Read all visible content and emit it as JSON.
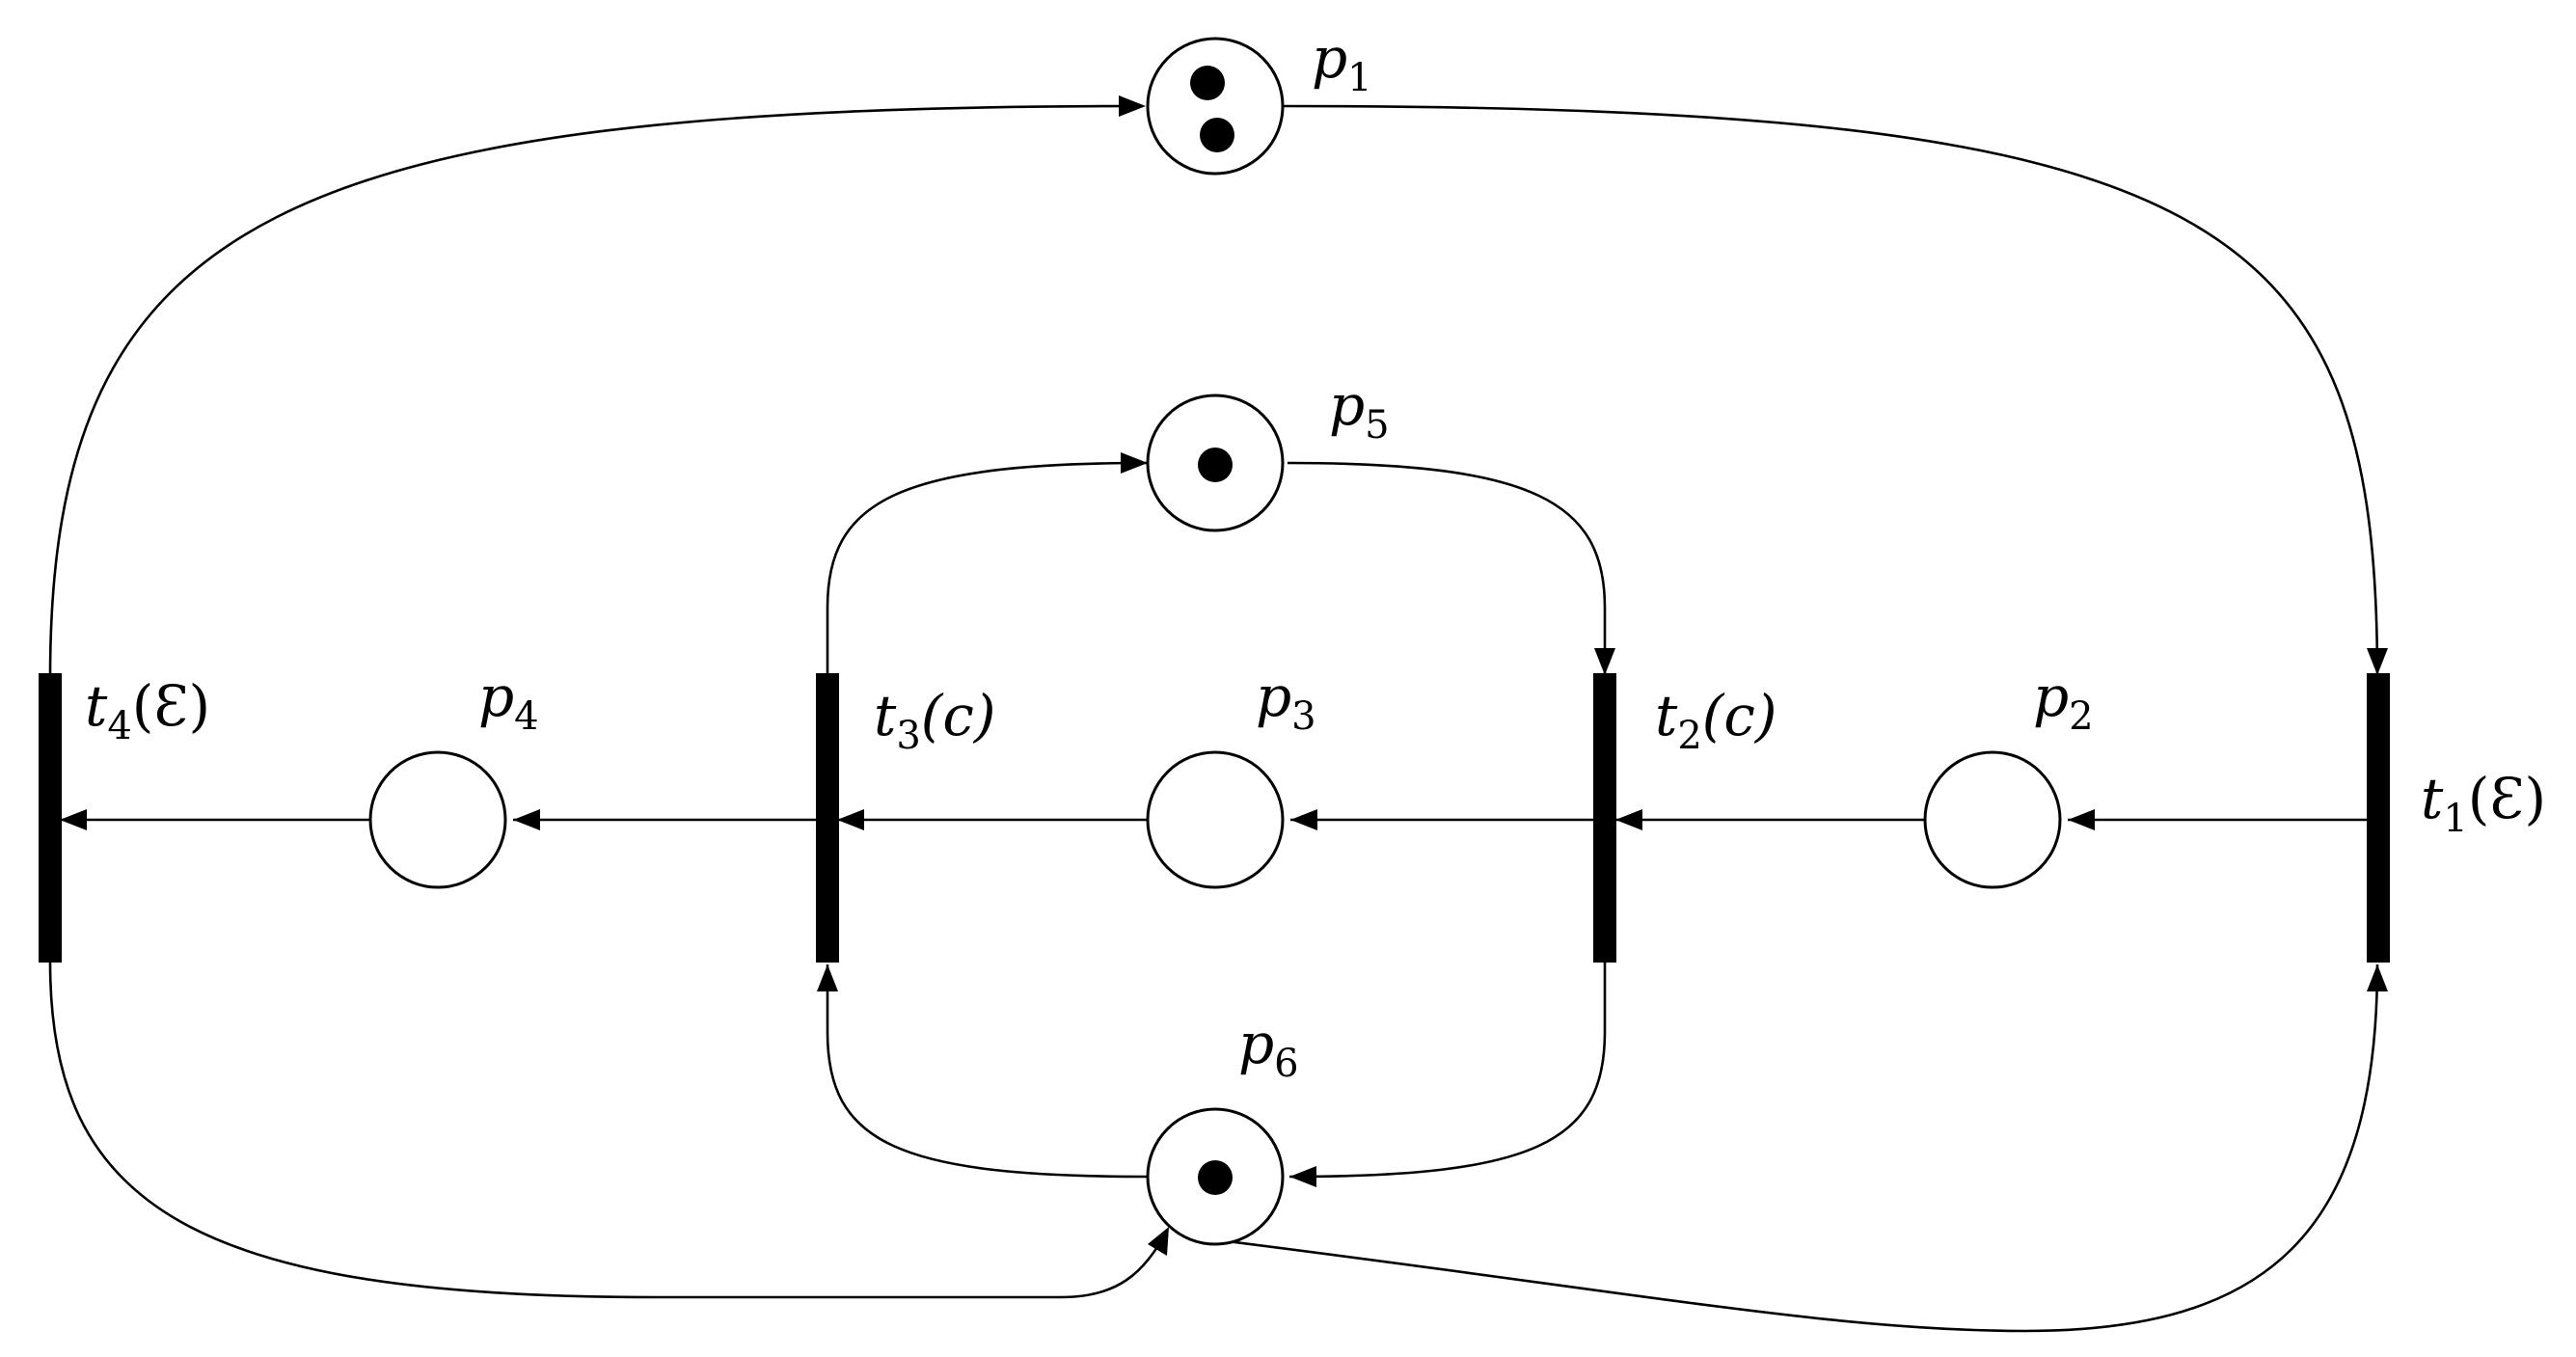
{
  "places": [
    {
      "id": "p1",
      "symbol": "p",
      "subscript": "1",
      "tokens": 2
    },
    {
      "id": "p2",
      "symbol": "p",
      "subscript": "2",
      "tokens": 0
    },
    {
      "id": "p3",
      "symbol": "p",
      "subscript": "3",
      "tokens": 0
    },
    {
      "id": "p4",
      "symbol": "p",
      "subscript": "4",
      "tokens": 0
    },
    {
      "id": "p5",
      "symbol": "p",
      "subscript": "5",
      "tokens": 1
    },
    {
      "id": "p6",
      "symbol": "p",
      "subscript": "6",
      "tokens": 1
    }
  ],
  "transitions": [
    {
      "id": "t1",
      "symbol": "t",
      "subscript": "1",
      "event": "(Ɛ)"
    },
    {
      "id": "t2",
      "symbol": "t",
      "subscript": "2",
      "event": "(c)"
    },
    {
      "id": "t3",
      "symbol": "t",
      "subscript": "3",
      "event": "(c)"
    },
    {
      "id": "t4",
      "symbol": "t",
      "subscript": "4",
      "event": "(Ɛ)"
    }
  ],
  "arcs": [
    {
      "from": "p1",
      "to": "t1"
    },
    {
      "from": "t1",
      "to": "p2"
    },
    {
      "from": "p2",
      "to": "t2"
    },
    {
      "from": "t2",
      "to": "p3"
    },
    {
      "from": "p3",
      "to": "t3"
    },
    {
      "from": "t3",
      "to": "p4"
    },
    {
      "from": "p4",
      "to": "t4"
    },
    {
      "from": "t4",
      "to": "p1"
    },
    {
      "from": "p5",
      "to": "t2"
    },
    {
      "from": "t3",
      "to": "p5"
    },
    {
      "from": "t2",
      "to": "p6"
    },
    {
      "from": "p6",
      "to": "t3"
    },
    {
      "from": "t4",
      "to": "p6"
    },
    {
      "from": "p6",
      "to": "t1"
    }
  ],
  "colors": {
    "stroke": "#000000",
    "background": "#ffffff"
  }
}
